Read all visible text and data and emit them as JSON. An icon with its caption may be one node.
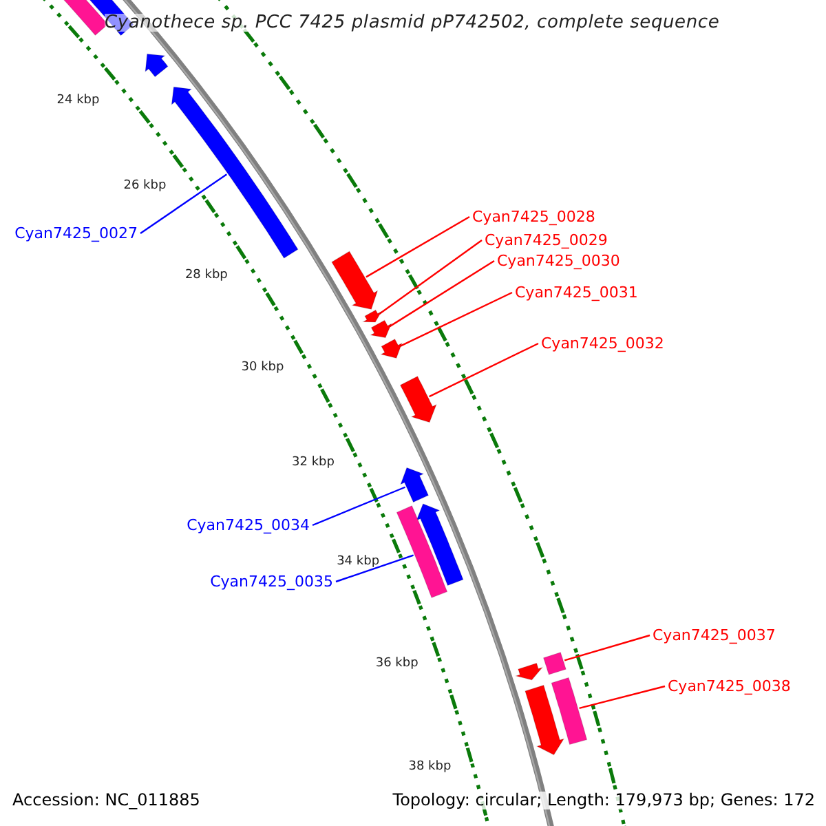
{
  "diagram": {
    "title": "Cyanothece sp. PCC 7425 plasmid pP742502, complete sequence",
    "nodes": [
      {
        "text": [
          "Cyan7425_0027"
        ]
      },
      {
        "text": [
          "Cyan7425_0028"
        ]
      },
      {
        "text": [
          "Cyan7425_0029"
        ]
      },
      {
        "text": [
          "Cyan7425_0030"
        ]
      },
      {
        "text": [
          "Cyan7425_0031"
        ]
      },
      {
        "text": [
          "Cyan7425_0032"
        ]
      },
      {
        "text": [
          "Cyan7425_0034"
        ]
      },
      {
        "text": [
          "Cyan7425_0035"
        ]
      },
      {
        "text": [
          "Cyan7425_0037"
        ]
      },
      {
        "text": [
          "Cyan7425_0038"
        ]
      },
      {
        "text": [],
        "shape": "arrow"
      },
      {
        "text": [],
        "shape": "arrow"
      },
      {
        "text": [],
        "shape": "arrow"
      },
      {
        "text": [],
        "shape": "arrow"
      },
      {
        "text": [],
        "shape": "arrow"
      },
      {
        "text": [],
        "shape": "arrow"
      },
      {
        "text": [],
        "shape": "arrow"
      },
      {
        "text": [],
        "shape": "bar"
      },
      {
        "text": [],
        "shape": "bar"
      },
      {
        "text": [],
        "shape": "bar"
      }
    ],
    "edges": [
      {
        "from": 0,
        "to": 10,
        "arrow": "none",
        "color": "#0000ff"
      },
      {
        "from": 1,
        "to": 11,
        "arrow": "none"
      },
      {
        "from": 2,
        "to": 12,
        "arrow": "none"
      },
      {
        "from": 3,
        "to": 13,
        "arrow": "none"
      },
      {
        "from": 4,
        "to": 14,
        "arrow": "none"
      },
      {
        "from": 5,
        "to": 15,
        "arrow": "none"
      },
      {
        "from": 6,
        "to": 16,
        "arrow": "none",
        "color": "#0000ff"
      },
      {
        "from": 7,
        "to": 17,
        "arrow": "none",
        "color": "#0000ff"
      },
      {
        "from": 8,
        "to": 18,
        "arrow": "none"
      },
      {
        "from": 9,
        "to": 19,
        "arrow": "none"
      }
    ],
    "labels": [
      "24 kbp",
      "26 kbp",
      "28 kbp",
      "30 kbp",
      "32 kbp",
      "34 kbp",
      "36 kbp",
      "38 kbp",
      "Accession: NC_011885",
      "Topology: circular; Length: 179,973 bp; Genes: 172"
    ]
  }
}
